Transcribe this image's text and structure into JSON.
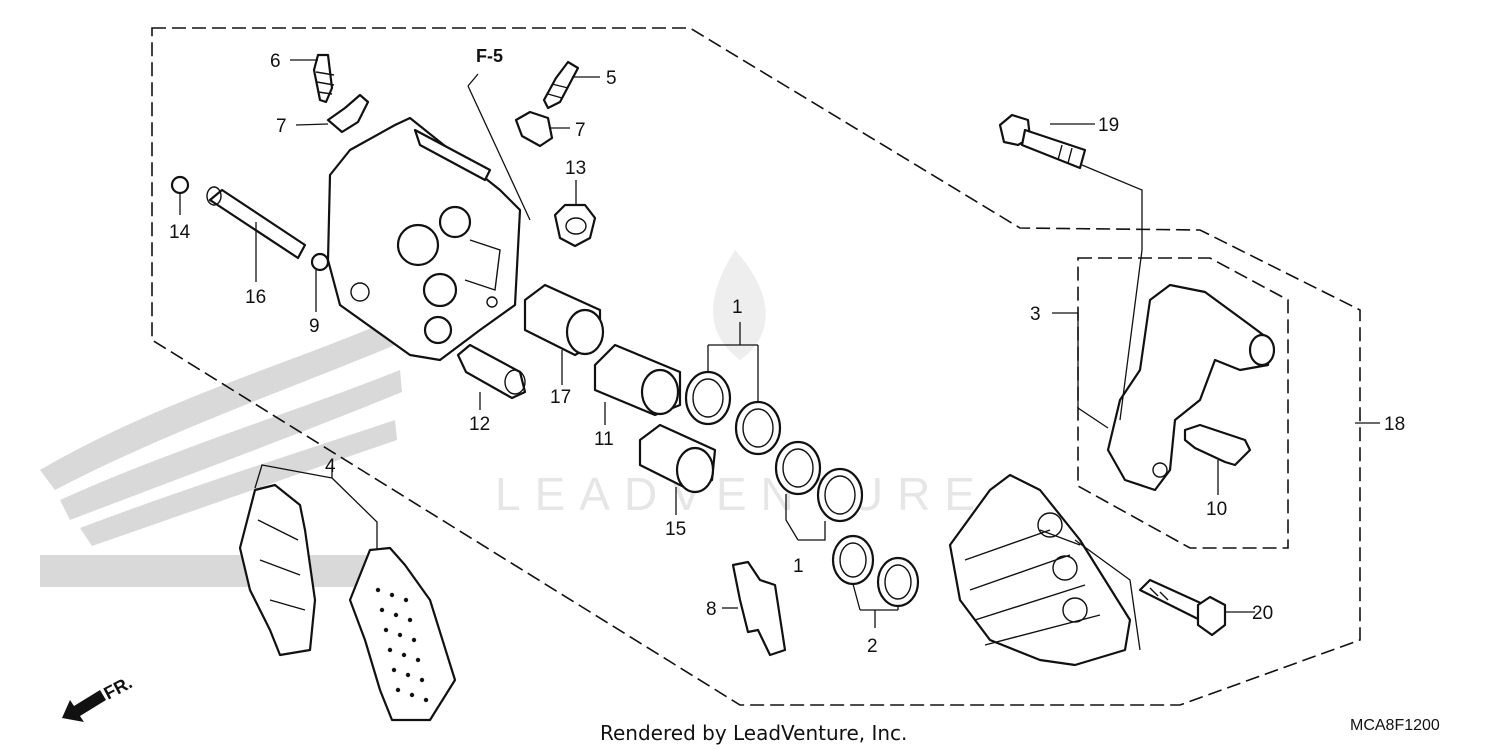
{
  "labels": {
    "p1a": "1",
    "p1b": "1",
    "p2": "2",
    "p3": "3",
    "p4": "4",
    "p5": "5",
    "p6": "6",
    "p7a": "7",
    "p7b": "7",
    "p8": "8",
    "p9": "9",
    "p10": "10",
    "p11": "11",
    "p12": "12",
    "p13": "13",
    "p14": "14",
    "p15": "15",
    "p16": "16",
    "p17": "17",
    "p18": "18",
    "p19": "19",
    "p20": "20"
  },
  "reference": "F-5",
  "direction": "FR.",
  "watermark": "LEADVENTURE",
  "credit": "Rendered by LeadVenture, Inc.",
  "diagram_code": "MCA8F1200",
  "colors": {
    "ink": "#111111",
    "watermark": "#e6e6e6",
    "background": "#ffffff"
  }
}
